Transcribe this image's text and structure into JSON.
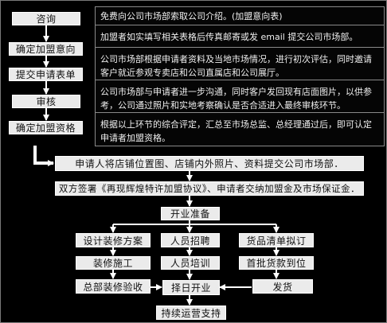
{
  "left_steps": [
    "咨询",
    "确定加盟意向",
    "提交申请表单",
    "审核",
    "确定加盟资格"
  ],
  "info_panel": [
    "免费向公司市场部索取公司介绍。(加盟意向表)",
    "加盟者如实填写相关表格后传真邮寄或发 email 提交公司市场部。",
    "公司市场部根据申请者资料及当地市场情况，进行初次评估，同时邀请客户就近参观专卖店和公司直属店和公司展厅。",
    "公司市场部与申请者进一步沟通，同时客户发回现有店面图片，以供参考，公司通过照片和实地考察确认是否合适进入最终审核环节。",
    "根据以上环节的综合评定，汇总至市场总监、总经理通过后，即可认定申请者加盟资格。"
  ],
  "main_steps": [
    "申请人将店铺位置图、店铺内外照片、资料提交公司市场部．",
    "双方签署《再现辉煌特许加盟协议》、申请者交纳加盟金及市场保证金．",
    "开业准备"
  ],
  "branches": {
    "decoration": [
      "设计装修方案",
      "装修施工",
      "总部装修验收"
    ],
    "staff": [
      "人员招聘",
      "人员培训"
    ],
    "goods": [
      "货品清单拟订",
      "首批货款到位",
      "发货"
    ]
  },
  "final_steps": [
    "择日开业",
    "持续运营支持"
  ],
  "colors": {
    "background": "#000000",
    "box": "#ebebeb",
    "line": "#ffffff"
  }
}
